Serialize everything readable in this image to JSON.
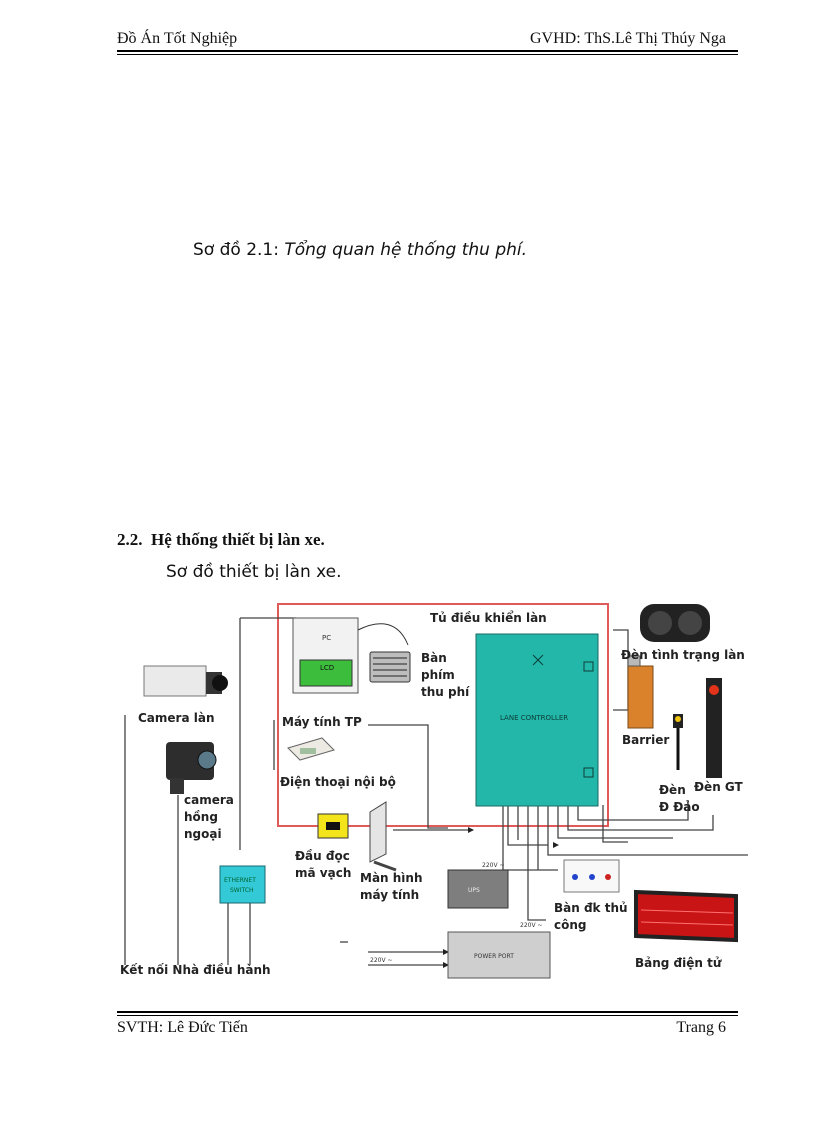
{
  "header": {
    "left": "Đồ Án Tốt Nghiệp",
    "right": "GVHD: ThS.Lê Thị Thúy Nga"
  },
  "caption": {
    "prefix": "Sơ đồ 2.1: ",
    "title": "Tổng quan hệ thống thu phí."
  },
  "section": {
    "number": "2.2.",
    "title": "Hệ thống thiết bị làn xe."
  },
  "subcaption": "Sơ đồ thiết bị làn xe.",
  "diagram": {
    "cabinet_label": "Tủ điều khiển làn",
    "pc_label": "PC",
    "lcd_label": "LCD",
    "controller_label": "LANE CONTROLLER",
    "keyboard_label": [
      "Bàn",
      "phím",
      "thu phí"
    ],
    "lane_status_light": "Đèn tình trạng làn",
    "camera_lane": "Camera làn",
    "computer_tp": "Máy tính TP",
    "barrier": "Barrier",
    "internal_phone": "Điện thoại nội bộ",
    "island_light": [
      "Đèn",
      "Đ Đảo"
    ],
    "traffic_light": "Đèn GT",
    "ir_camera": [
      "camera",
      "hồng",
      "ngoại"
    ],
    "barcode_reader": [
      "Đầu đọc",
      "mã vạch"
    ],
    "monitor": [
      "Màn hình",
      "máy tính"
    ],
    "ethernet_switch": [
      "ETHERNET",
      "SWITCH"
    ],
    "ups": "UPS",
    "power_port": "POWER PORT",
    "voltage": "220V ~",
    "manual_panel": [
      "Bàn đk thủ",
      "công"
    ],
    "led_board": "Bảng điện tử",
    "admin_link": "Kết nối Nhà điều hành",
    "colors": {
      "cabinet_border": "#e05a5a",
      "controller_fill": "#22b7a8",
      "switch_fill": "#33c9d6",
      "led_red": "#c81414"
    }
  },
  "footer": {
    "left": "SVTH: Lê Đức Tiến",
    "right": "Trang 6"
  }
}
